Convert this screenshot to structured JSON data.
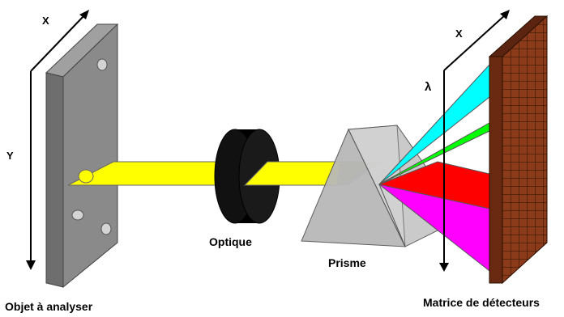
{
  "labels": {
    "axis_x_left": "X",
    "axis_y_left": "Y",
    "axis_x_right": "X",
    "lambda": "λ",
    "object": "Objet à analyser",
    "optics": "Optique",
    "prism": "Prisme",
    "detector": "Matrice de détecteurs"
  },
  "colors": {
    "plate_front": "#8a8a8a",
    "plate_side": "#6e6e6e",
    "beam": "#ffff00",
    "lens": "#000000",
    "prism": "#c8c8c8",
    "beam_cyan": "#00ffff",
    "beam_green": "#00ff00",
    "beam_red": "#ff0000",
    "beam_magenta": "#ff00ff",
    "detector_brick": "#8b3a1a"
  },
  "icons": [
    "object-plate",
    "optical-lens",
    "dispersing-prism",
    "detector-matrix"
  ]
}
